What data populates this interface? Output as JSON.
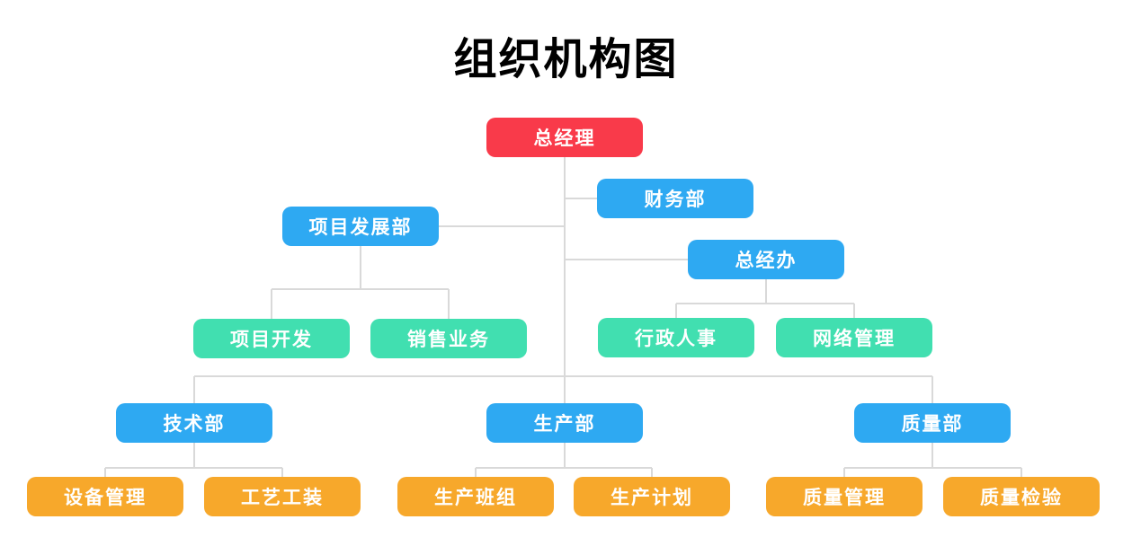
{
  "title": "组织机构图",
  "palette": {
    "root_red": "#f93a4a",
    "department_blue": "#2ea9f2",
    "sub_green": "#41dfb0",
    "sub_orange": "#f7a82b",
    "connector_gray": "#d9d9d9",
    "node_text": "#ffffff",
    "title_text": "#000000"
  },
  "org_tree": {
    "label": "总经理",
    "children": [
      {
        "label": "财务部",
        "children": []
      },
      {
        "label": "项目发展部",
        "children": [
          {
            "label": "项目开发"
          },
          {
            "label": "销售业务"
          }
        ]
      },
      {
        "label": "总经办",
        "children": [
          {
            "label": "行政人事"
          },
          {
            "label": "网络管理"
          }
        ]
      },
      {
        "label": "技术部",
        "children": [
          {
            "label": "设备管理"
          },
          {
            "label": "工艺工装"
          }
        ]
      },
      {
        "label": "生产部",
        "children": [
          {
            "label": "生产班组"
          },
          {
            "label": "生产计划"
          }
        ]
      },
      {
        "label": "质量部",
        "children": [
          {
            "label": "质量管理"
          },
          {
            "label": "质量检验"
          }
        ]
      }
    ]
  }
}
